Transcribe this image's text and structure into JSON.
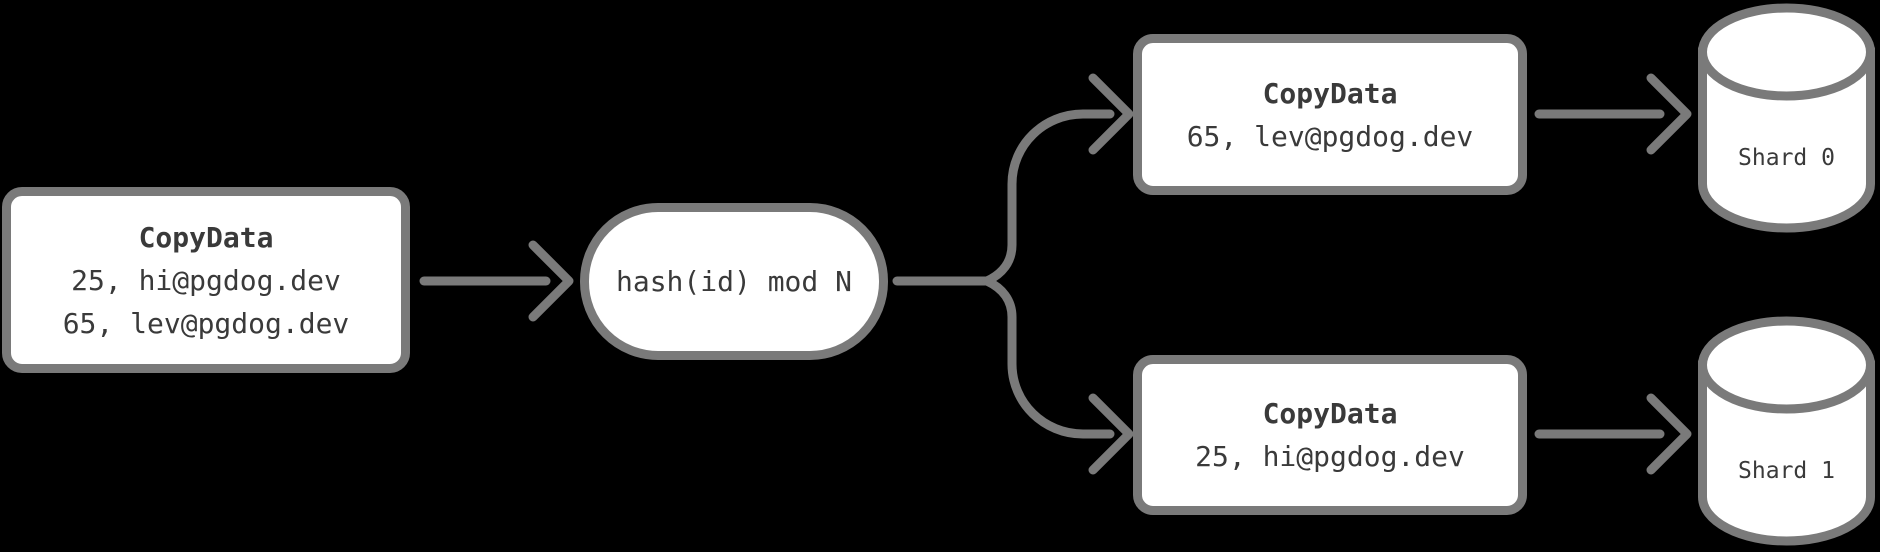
{
  "diagram": {
    "colors": {
      "stroke": "#7a7a7a",
      "text": "#3a3a3a",
      "node_fill": "#ffffff",
      "background": "#000000"
    },
    "source": {
      "title": "CopyData",
      "rows": [
        "25, hi@pgdog.dev",
        "65, lev@pgdog.dev"
      ]
    },
    "router": {
      "label": "hash(id) mod N"
    },
    "shard0_message": {
      "title": "CopyData",
      "rows": [
        "65, lev@pgdog.dev"
      ]
    },
    "shard1_message": {
      "title": "CopyData",
      "rows": [
        "25, hi@pgdog.dev"
      ]
    },
    "shard0": {
      "label": "Shard 0"
    },
    "shard1": {
      "label": "Shard 1"
    }
  }
}
